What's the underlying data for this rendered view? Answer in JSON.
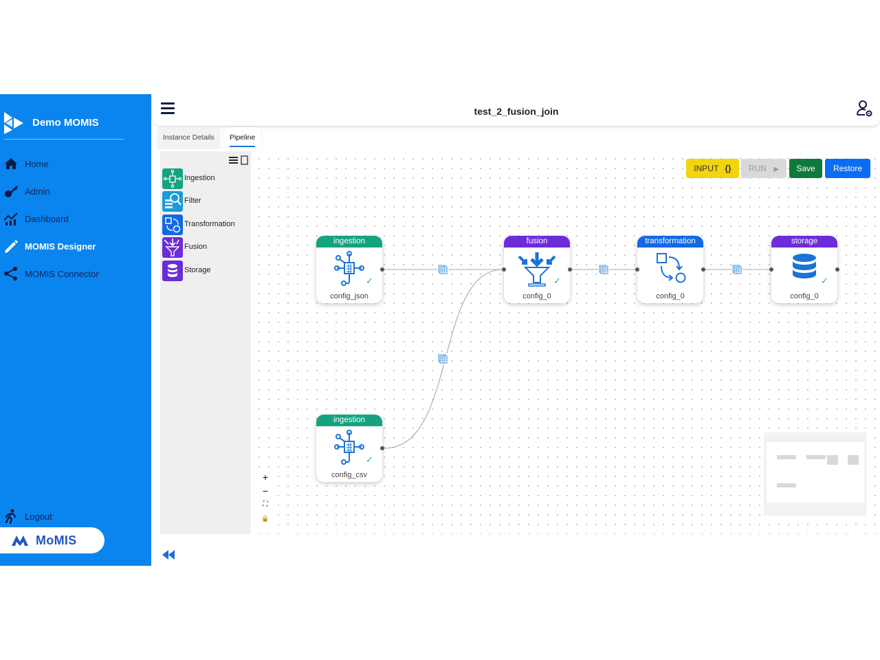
{
  "sidebar": {
    "brand": "Demo MOMIS",
    "items": [
      {
        "label": "Home",
        "icon": "home-icon"
      },
      {
        "label": "Admin",
        "icon": "key-icon"
      },
      {
        "label": "Dashboard",
        "icon": "chart-icon"
      },
      {
        "label": "MOMIS Designer",
        "icon": "pencil-icon",
        "active": true
      },
      {
        "label": "MOMIS Connector",
        "icon": "share-icon"
      }
    ],
    "logout": "Logout",
    "footer_logo": "MoMIS"
  },
  "header": {
    "title": "test_2_fusion_join"
  },
  "tabs": [
    {
      "label": "Instance Details",
      "active": false
    },
    {
      "label": "Pipeline",
      "active": true
    }
  ],
  "palette": {
    "items": [
      {
        "label": "Ingestion",
        "color": "#14a37f"
      },
      {
        "label": "Filter",
        "color": "#1a9bd7"
      },
      {
        "label": "Transformation",
        "color": "#1268e6"
      },
      {
        "label": "Fusion",
        "color": "#6d2bd9"
      },
      {
        "label": "Storage",
        "color": "#6d2bd9"
      }
    ]
  },
  "toolbar": {
    "input_label": "INPUT",
    "input_symbol": "{}",
    "run_label": "RUN",
    "save_label": "Save",
    "restore_label": "Restore"
  },
  "nodes": [
    {
      "type": "ingestion",
      "label": "config_json",
      "color": "#14a37f"
    },
    {
      "type": "fusion",
      "label": "config_0",
      "color": "#6d2bd9"
    },
    {
      "type": "transformation",
      "label": "config_0",
      "color": "#1268e6"
    },
    {
      "type": "storage",
      "label": "config_0",
      "color": "#6d2bd9"
    },
    {
      "type": "ingestion",
      "label": "config_csv",
      "color": "#14a37f"
    }
  ],
  "zoom": {
    "plus": "+",
    "minus": "−",
    "fit": "⛶",
    "lock": "🔒"
  },
  "colors": {
    "sidebar": "#0a84ee",
    "nav_text": "#10265a",
    "accent": "#1976d2"
  }
}
